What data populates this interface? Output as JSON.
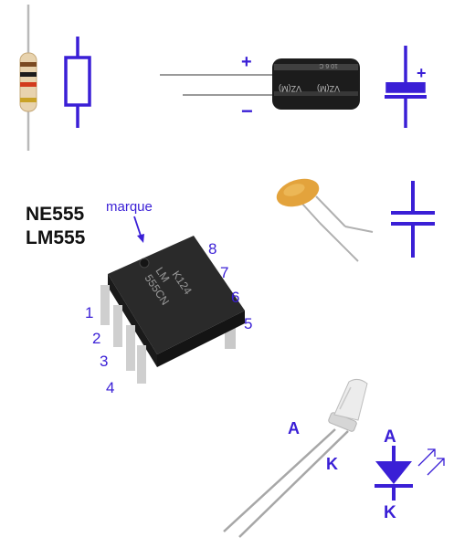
{
  "colors": {
    "symbol": "#3a1fd6",
    "label_black": "#111111",
    "resistor_body": "#e8d3ae",
    "capacitor_body": "#1c1c1c",
    "ceramic_body": "#e3a33c",
    "chip_body": "#2a2a2a",
    "pin_metal": "#c9c9c9"
  },
  "capacitor": {
    "plus": "+",
    "minus": "−",
    "text_a": "VZ(M)",
    "text_b": "VZ(M)",
    "text_c": "10 6 C"
  },
  "ic": {
    "name_1": "NE555",
    "name_2": "LM555",
    "notch_label": "marque",
    "chip_text_1": "K124",
    "chip_text_2": "LM",
    "chip_text_3": "555CN",
    "pins": [
      "1",
      "2",
      "3",
      "4",
      "5",
      "6",
      "7",
      "8"
    ]
  },
  "led": {
    "photo_anode": "A",
    "photo_cathode": "K",
    "symbol_anode": "A",
    "symbol_cathode": "K"
  },
  "icons": [
    "resistor-icon",
    "electrolytic-capacitor-icon",
    "ceramic-capacitor-icon",
    "ic-555-chip-icon",
    "led-icon"
  ]
}
